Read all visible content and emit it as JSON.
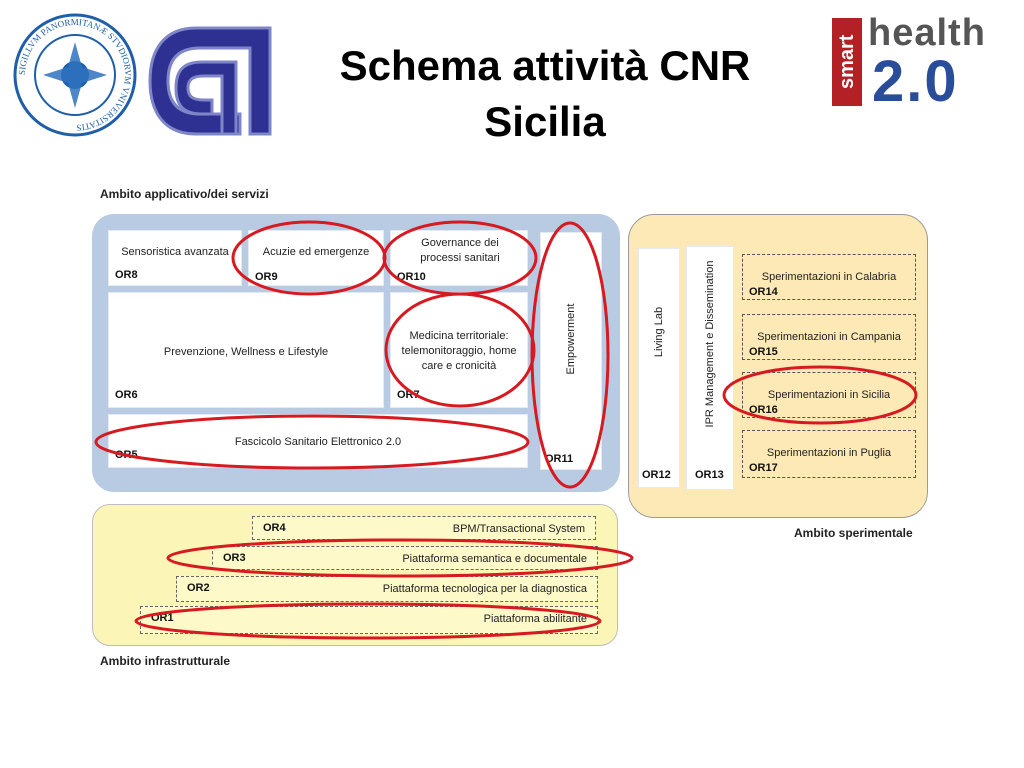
{
  "title_line1": "Schema attività CNR",
  "title_line2": "Sicilia",
  "logos": {
    "seal_text": "SIGILLVM PANORMITANÆ STVDIORVM VNIVERSITATIS",
    "sh_smart": "smart",
    "sh_health": "health",
    "sh_version": "2.0"
  },
  "sections": {
    "applicative": "Ambito applicativo/dei servizi",
    "experimental": "Ambito sperimentale",
    "infrastructural": "Ambito infrastrutturale"
  },
  "applicative_boxes": {
    "or8": {
      "label": "Sensoristica avanzata",
      "code": "OR8"
    },
    "or9": {
      "label": "Acuzie ed emergenze",
      "code": "OR9"
    },
    "or10": {
      "label": "Governance dei processi sanitari",
      "code": "OR10"
    },
    "or6": {
      "label": "Prevenzione, Wellness e Lifestyle",
      "code": "OR6"
    },
    "or7": {
      "label": "Medicina territoriale: telemonitoraggio, home care e cronicità",
      "code": "OR7"
    },
    "or5": {
      "label": "Fascicolo Sanitario Elettronico 2.0",
      "code": "OR5"
    },
    "or11": {
      "label": "Empowerment",
      "code": "OR11"
    }
  },
  "experimental_boxes": {
    "or12": {
      "label": "Living Lab",
      "code": "OR12"
    },
    "or13": {
      "label": "IPR Management e Dissemination",
      "code": "OR13"
    },
    "or14": {
      "label": "Sperimentazioni in Calabria",
      "code": "OR14"
    },
    "or15": {
      "label": "Sperimentazioni in Campania",
      "code": "OR15"
    },
    "or16": {
      "label": "Sperimentazioni in Sicilia",
      "code": "OR16"
    },
    "or17": {
      "label": "Sperimentazioni in Puglia",
      "code": "OR17"
    }
  },
  "infrastructure_layers": [
    {
      "code": "OR4",
      "label": "BPM/Transactional System"
    },
    {
      "code": "OR3",
      "label": "Piattaforma semantica e documentale"
    },
    {
      "code": "OR2",
      "label": "Piattaforma tecnologica per la diagnostica"
    },
    {
      "code": "OR1",
      "label": "Piattaforma abilitante"
    }
  ],
  "colors": {
    "highlight": "#d71920",
    "applicative_bg": "#b8cbe3",
    "experimental_bg": "#fde9b6",
    "infrastructural_bg": "#fbf6b8",
    "cnr_blue": "#2e3192"
  }
}
